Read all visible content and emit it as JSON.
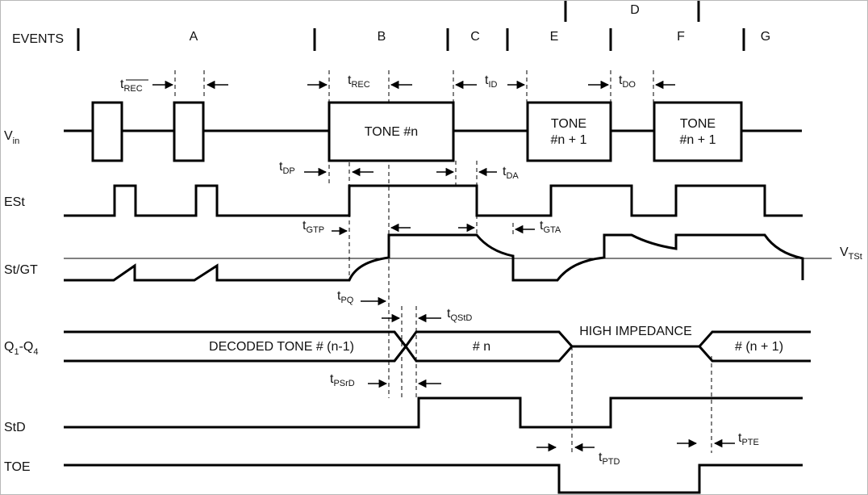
{
  "events_label": "EVENTS",
  "events": [
    "A",
    "B",
    "C",
    "D",
    "E",
    "F",
    "G"
  ],
  "signals": {
    "vin_main": "V",
    "vin_sub": "in",
    "est": "ESt",
    "stgt": "St/GT",
    "q_main1": "Q",
    "q_sub1": "1",
    "q_mid": "-Q",
    "q_sub2": "4",
    "std": "StD",
    "toe": "TOE",
    "vtst_main": "V",
    "vtst_sub": "TSt"
  },
  "tones": {
    "b": "TONE #n",
    "e_line1": "TONE",
    "e_line2": "#n + 1",
    "f_line1": "TONE",
    "f_line2": "#n + 1"
  },
  "bus_labels": {
    "decoded_prev": "DECODED TONE # (n-1)",
    "decoded_n": "# n",
    "high_impedance": "HIGH IMPEDANCE",
    "decoded_next": "# (n + 1)"
  },
  "timing": {
    "trec_bar": {
      "main": "t",
      "sub": "REC"
    },
    "trec": {
      "main": "t",
      "sub": "REC"
    },
    "tid": {
      "main": "t",
      "sub": "ID"
    },
    "tdo": {
      "main": "t",
      "sub": "DO"
    },
    "tdp": {
      "main": "t",
      "sub": "DP"
    },
    "tda": {
      "main": "t",
      "sub": "DA"
    },
    "tgtp": {
      "main": "t",
      "sub": "GTP"
    },
    "tgta": {
      "main": "t",
      "sub": "GTA"
    },
    "tpq": {
      "main": "t",
      "sub": "PQ"
    },
    "tqstd": {
      "main": "t",
      "sub": "QStD"
    },
    "tpsrd": {
      "main": "t",
      "sub": "PSrD"
    },
    "tptd": {
      "main": "t",
      "sub": "PTD"
    },
    "tpte": {
      "main": "t",
      "sub": "PTE"
    }
  }
}
